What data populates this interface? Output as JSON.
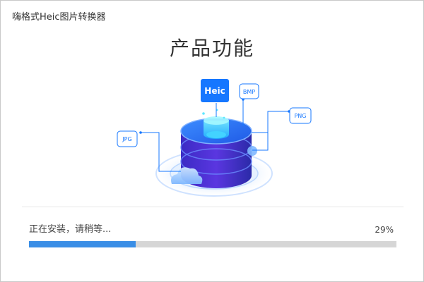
{
  "app": {
    "title": "嗨格式Heic图片转换器"
  },
  "main": {
    "heading": "产品功能",
    "formats": {
      "source": "Heic",
      "targets": [
        "BMP",
        "PNG",
        "JPG"
      ]
    }
  },
  "install": {
    "status": "正在安装，请稍等...",
    "progress_label": "29%",
    "progress_fraction": 0.29
  },
  "colors": {
    "accent": "#3a8ee6",
    "heic_badge": "#1677ff",
    "cylinder_top": "#2f7bff",
    "cylinder_side": "#4a2fd0"
  }
}
